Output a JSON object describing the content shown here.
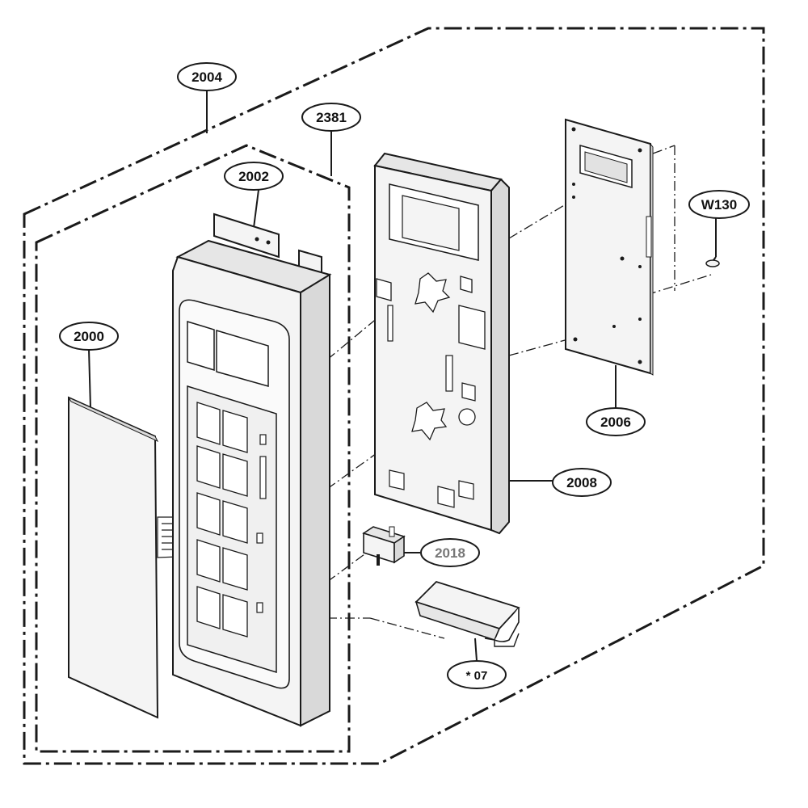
{
  "diagram": {
    "callouts": [
      {
        "id": "c2004",
        "label": "2004",
        "tone": "normal"
      },
      {
        "id": "c2381",
        "label": "2381",
        "tone": "normal"
      },
      {
        "id": "c2002",
        "label": "2002",
        "tone": "normal"
      },
      {
        "id": "c2000",
        "label": "2000",
        "tone": "normal"
      },
      {
        "id": "cW130",
        "label": "W130",
        "tone": "normal"
      },
      {
        "id": "c2006",
        "label": "2006",
        "tone": "normal"
      },
      {
        "id": "c2008",
        "label": "2008",
        "tone": "normal"
      },
      {
        "id": "c2018",
        "label": "2018",
        "tone": "grey"
      },
      {
        "id": "c07",
        "label": "* 07",
        "tone": "normal"
      }
    ],
    "colors": {
      "line": "#1a1a1a",
      "part_fill": "#f4f4f4",
      "part_shade": "#d9d9d9",
      "grey_label": "#777777"
    }
  }
}
